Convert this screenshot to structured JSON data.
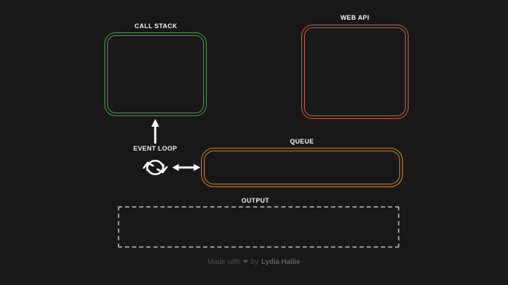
{
  "canvas": {
    "background_color": "#181818"
  },
  "diagram": {
    "call_stack": {
      "label": "CALL STACK",
      "border_color": "#44a43d"
    },
    "web_api": {
      "label": "WEB API",
      "border_color": "#d95b41"
    },
    "event_loop": {
      "label": "EVENT LOOP",
      "icon": "cycle-arrows-icon"
    },
    "queue": {
      "label": "QUEUE",
      "border_color": "#d88b21"
    },
    "output": {
      "label": "OUTPUT",
      "border_color": "#9a9a9a"
    },
    "arrows": {
      "stack_arrow_icon": "arrow-up-icon",
      "queue_arrow_icon": "arrow-left-right-icon",
      "color": "#ffffff"
    }
  },
  "footer": {
    "made_with": "Made with",
    "heart_icon": "❤",
    "by": "by",
    "author": "Lydia Hallie",
    "text_color": "#4f4f4f",
    "author_color": "#616161"
  }
}
